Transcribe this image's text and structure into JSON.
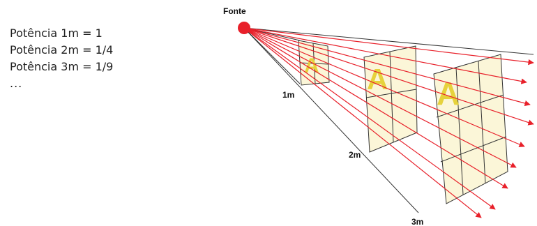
{
  "power_lines": [
    "Potência 1m = 1",
    "Potência 2m = 1/4",
    "Potência 3m = 1/9",
    "..."
  ],
  "diagram": {
    "source_label": "Fonte",
    "distance_labels": [
      "1m",
      "2m",
      "3m"
    ],
    "surface_letter": "A",
    "colors": {
      "source": "#e8202a",
      "rays": "#e8202a",
      "panel_fill": "#fbf6d8",
      "panel_stroke": "#333333",
      "letter": "#e6d23c"
    }
  }
}
